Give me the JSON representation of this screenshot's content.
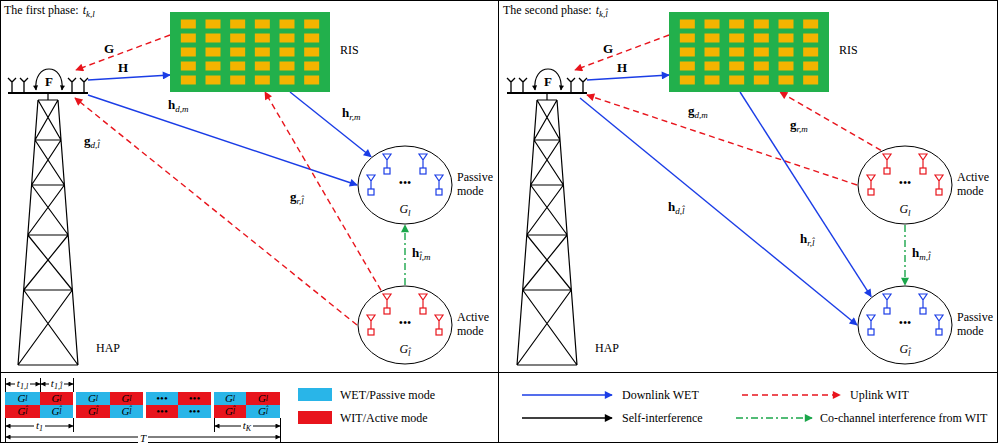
{
  "diagram": {
    "nodes": [
      {
        "text": [
          "RIS"
        ]
      },
      {
        "text": [
          "HAP"
        ]
      },
      {
        "text": [
          "•••",
          "G",
          "l",
          "Passive mode"
        ]
      },
      {
        "text": [
          "•••",
          "G",
          "l̂",
          "Active mode"
        ]
      },
      {
        "text": [
          "RIS"
        ]
      },
      {
        "text": [
          "HAP"
        ]
      },
      {
        "text": [
          "•••",
          "G",
          "l",
          "Active mode"
        ]
      },
      {
        "text": [
          "•••",
          "G",
          "l̂",
          "Passive mode"
        ]
      },
      {
        "text": [
          "G",
          "l"
        ]
      },
      {
        "text": [
          "G",
          "l"
        ]
      },
      {
        "text": [
          "G",
          "l"
        ]
      },
      {
        "text": [
          "G",
          "l"
        ]
      },
      {
        "text": [
          "•••"
        ]
      },
      {
        "text": [
          "•••"
        ]
      },
      {
        "text": [
          "G",
          "l"
        ]
      },
      {
        "text": [
          "G",
          "l"
        ]
      },
      {
        "text": [
          "G",
          "l̂"
        ]
      },
      {
        "text": [
          "G",
          "l̂"
        ]
      },
      {
        "text": [
          "G",
          "l̂"
        ]
      },
      {
        "text": [
          "G",
          "l̂"
        ]
      },
      {
        "text": [
          "•••"
        ]
      },
      {
        "text": [
          "•••"
        ]
      },
      {
        "text": [
          "G",
          "l̂"
        ]
      },
      {
        "text": [
          "G",
          "l̂"
        ]
      }
    ],
    "edges": [
      {
        "from": 1,
        "to": 0,
        "arrow": "to",
        "label": "H"
      },
      {
        "from": 0,
        "to": 1,
        "arrow": "to",
        "label": "G"
      },
      {
        "from": 1,
        "to": 2,
        "arrow": "to",
        "label": "h"
      },
      {
        "from": 0,
        "to": 2,
        "arrow": "to",
        "label": "h"
      },
      {
        "from": 3,
        "to": 1,
        "arrow": "to",
        "label": "g"
      },
      {
        "from": 3,
        "to": 0,
        "arrow": "to",
        "label": "g"
      },
      {
        "from": 3,
        "to": 2,
        "arrow": "to",
        "label": "h"
      },
      {
        "from": 5,
        "to": 4,
        "arrow": "to",
        "label": "H"
      },
      {
        "from": 4,
        "to": 5,
        "arrow": "to",
        "label": "G"
      },
      {
        "from": 6,
        "to": 4,
        "arrow": "to",
        "label": "g"
      },
      {
        "from": 6,
        "to": 5,
        "arrow": "to",
        "label": "g"
      },
      {
        "from": 5,
        "to": 7,
        "arrow": "to",
        "label": "h"
      },
      {
        "from": 4,
        "to": 7,
        "arrow": "to",
        "label": "h"
      },
      {
        "from": 6,
        "to": 7,
        "arrow": "to",
        "label": "h"
      }
    ],
    "labels": [
      "The first phase:",
      "t",
      "k,l",
      "F",
      "d,m",
      "r,m",
      "d,l̂",
      "r,l̂",
      "l̂,m",
      "The second phase:",
      "t",
      "k,l̂",
      "F",
      "r,m",
      "d,m",
      "d,l̂",
      "r,l̂",
      "m,l̂",
      "t",
      "1,l",
      "t",
      "1,l̂",
      "t",
      "1",
      "t",
      "K",
      "T"
    ],
    "legend": [
      {
        "text": "WET/Passive mode",
        "color": "#29b5e8"
      },
      {
        "text": "WIT/Active mode",
        "color": "#e8141c"
      },
      {
        "text": "Downlink WET"
      },
      {
        "text": "Uplink WIT"
      },
      {
        "text": "Self-interference"
      },
      {
        "text": "Co-channel interference from WIT"
      }
    ]
  }
}
